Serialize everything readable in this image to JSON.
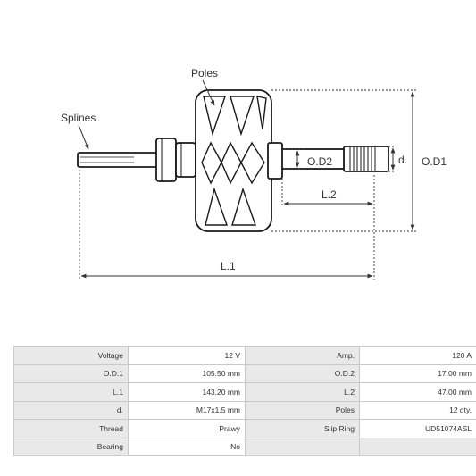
{
  "diagram": {
    "labels": {
      "poles": "Poles",
      "splines": "Splines",
      "od1": "O.D1",
      "od2": "O.D2",
      "d": "d.",
      "l1": "L.1",
      "l2": "L.2"
    }
  },
  "specs": [
    {
      "label": "Voltage",
      "value": "12 V",
      "label2": "Amp.",
      "value2": "120 A"
    },
    {
      "label": "O.D.1",
      "value": "105.50 mm",
      "label2": "O.D.2",
      "value2": "17.00 mm"
    },
    {
      "label": "L.1",
      "value": "143.20 mm",
      "label2": "L.2",
      "value2": "47.00 mm"
    },
    {
      "label": "d.",
      "value": "M17x1.5 mm",
      "label2": "Poles",
      "value2": "12 qty."
    },
    {
      "label": "Thread",
      "value": "Prawy",
      "label2": "Slip Ring",
      "value2": "UD51074ASL"
    },
    {
      "label": "Bearing",
      "value": "No",
      "label2": "",
      "value2": ""
    }
  ],
  "colors": {
    "line": "#1a1a1a",
    "dimension": "#333333",
    "label_cell": "#e9e9e9",
    "border": "#c9c9c9"
  }
}
